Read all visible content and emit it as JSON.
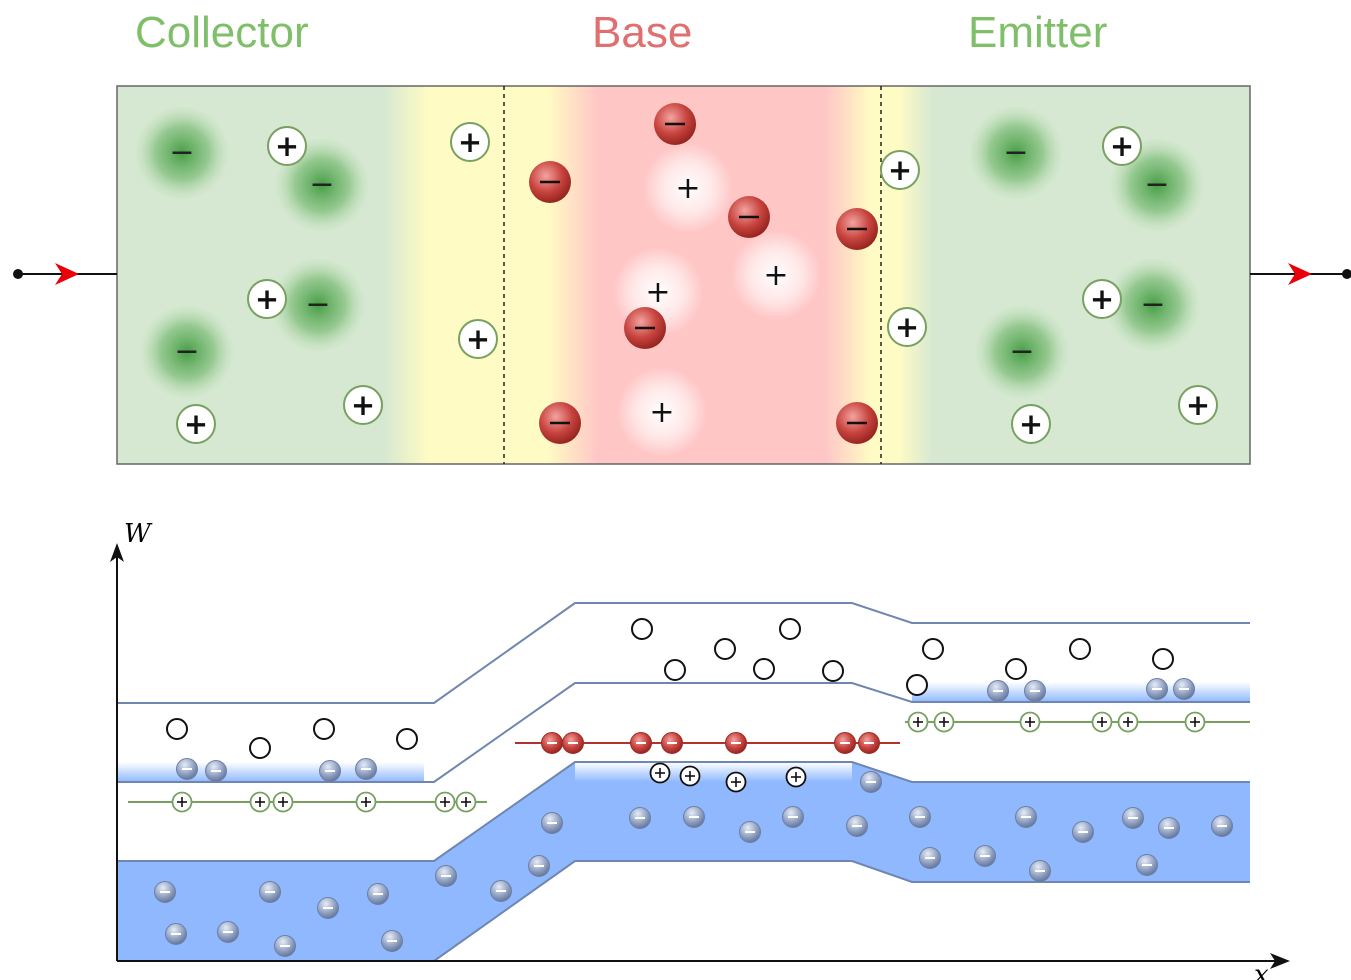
{
  "regions": {
    "collector": {
      "label": "Collector",
      "color": "#7fbf6a"
    },
    "base": {
      "label": "Base",
      "color": "#e06f6f"
    },
    "emitter": {
      "label": "Emitter",
      "color": "#7fbf6a"
    }
  },
  "colors": {
    "n_region": "#d6e8d2",
    "p_region": "#ffc9c9",
    "depletion": "#fffcc4",
    "lead_arrow": "#e8000b",
    "band_line": "#6e86b0",
    "electron_fill": "#8fb8ff",
    "acceptor_level": "#b3322f",
    "donor_level": "#78a060"
  },
  "symbols": {
    "plus": "+",
    "minus": "−"
  },
  "band_diagram": {
    "y_axis_label": "W",
    "x_axis_label": "x"
  }
}
